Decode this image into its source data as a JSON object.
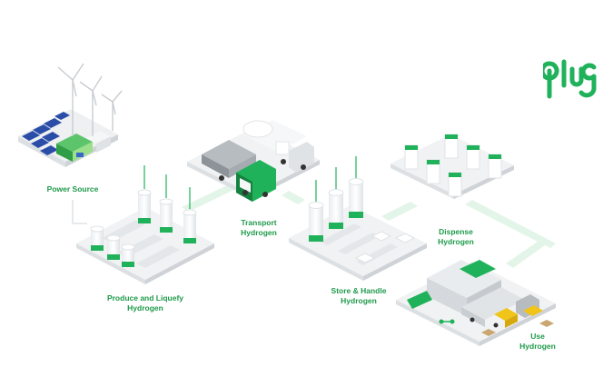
{
  "logo": {
    "text": "plug",
    "color": "#1fb25a"
  },
  "stages": [
    {
      "id": "power",
      "lines": [
        "Power Source"
      ]
    },
    {
      "id": "produce",
      "lines": [
        "Produce and Liquefy",
        "Hydrogen"
      ]
    },
    {
      "id": "transport",
      "lines": [
        "Transport",
        "Hydrogen"
      ]
    },
    {
      "id": "store",
      "lines": [
        "Store & Handle",
        "Hydrogen"
      ]
    },
    {
      "id": "dispense",
      "lines": [
        "Dispense",
        "Hydrogen"
      ]
    },
    {
      "id": "use",
      "lines": [
        "Use",
        "Hydrogen"
      ]
    }
  ],
  "colors": {
    "label": "#1e9a4a",
    "accent": "#1fb25a",
    "platform": "#f1f2f3",
    "path": "#e3f5e8",
    "solar": "#2a4ea8"
  },
  "icons": [
    "wind-turbine-icon",
    "solar-panel-icon",
    "hydrogen-tank-icon",
    "tanker-truck-icon",
    "dispenser-icon",
    "forklift-icon",
    "trailer-truck-icon",
    "drone-icon"
  ]
}
